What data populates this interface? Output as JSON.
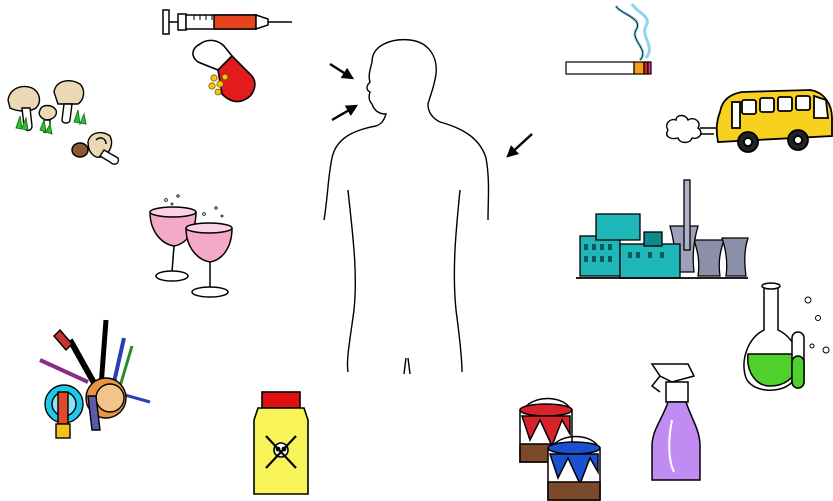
{
  "figure": {
    "kind": "clip-art exposure diagram",
    "center": "human-silhouette",
    "arrows": 3,
    "items": [
      {
        "name": "syringe-icon"
      },
      {
        "name": "pill-capsule-icon"
      },
      {
        "name": "mushrooms-icon"
      },
      {
        "name": "champagne-glasses-icon"
      },
      {
        "name": "cosmetics-icon"
      },
      {
        "name": "poison-bottle-icon"
      },
      {
        "name": "paint-cans-icon"
      },
      {
        "name": "spray-bottle-icon"
      },
      {
        "name": "chemical-flask-icon"
      },
      {
        "name": "factory-icon"
      },
      {
        "name": "bus-exhaust-icon"
      },
      {
        "name": "cigarette-icon"
      }
    ]
  },
  "colors": {
    "outline": "#000000",
    "syringe_barrel": "#e8431f",
    "capsule_red": "#e21b1b",
    "capsule_white": "#ffffff",
    "pill_yellow": "#f2c418",
    "mushroom_cap": "#ead9b4",
    "mushroom_dark": "#8a5a3a",
    "grass_green": "#2fbf2f",
    "wine_pink": "#f4a9c7",
    "bus_yellow": "#f7d11e",
    "factory_teal": "#1fb7b7",
    "factory_stack": "#8c8fa8",
    "flask_green": "#4ed12a",
    "spray_purple": "#c18cf2",
    "poison_yellow": "#f9f35a",
    "poison_cap": "#e11010",
    "paint_red": "#d8232a",
    "paint_blue": "#1d4fd1",
    "paint_brown": "#7b4a2b",
    "cig_orange": "#f4a015",
    "smoke_cyan": "#8fd4e8"
  }
}
